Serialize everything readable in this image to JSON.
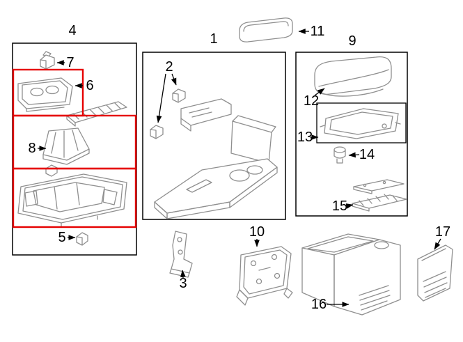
{
  "diagram": {
    "type": "exploded-parts-diagram",
    "highlight_color": "#e60000",
    "outline_color": "#000000",
    "part_line_color": "#8f8f8f",
    "background": "#ffffff"
  },
  "callouts": {
    "1": "1",
    "2": "2",
    "3": "3",
    "4": "4",
    "5": "5",
    "6": "6",
    "7": "7",
    "8": "8",
    "9": "9",
    "10": "10",
    "11": "11",
    "12": "12",
    "13": "13",
    "14": "14",
    "15": "15",
    "16": "16",
    "17": "17"
  }
}
